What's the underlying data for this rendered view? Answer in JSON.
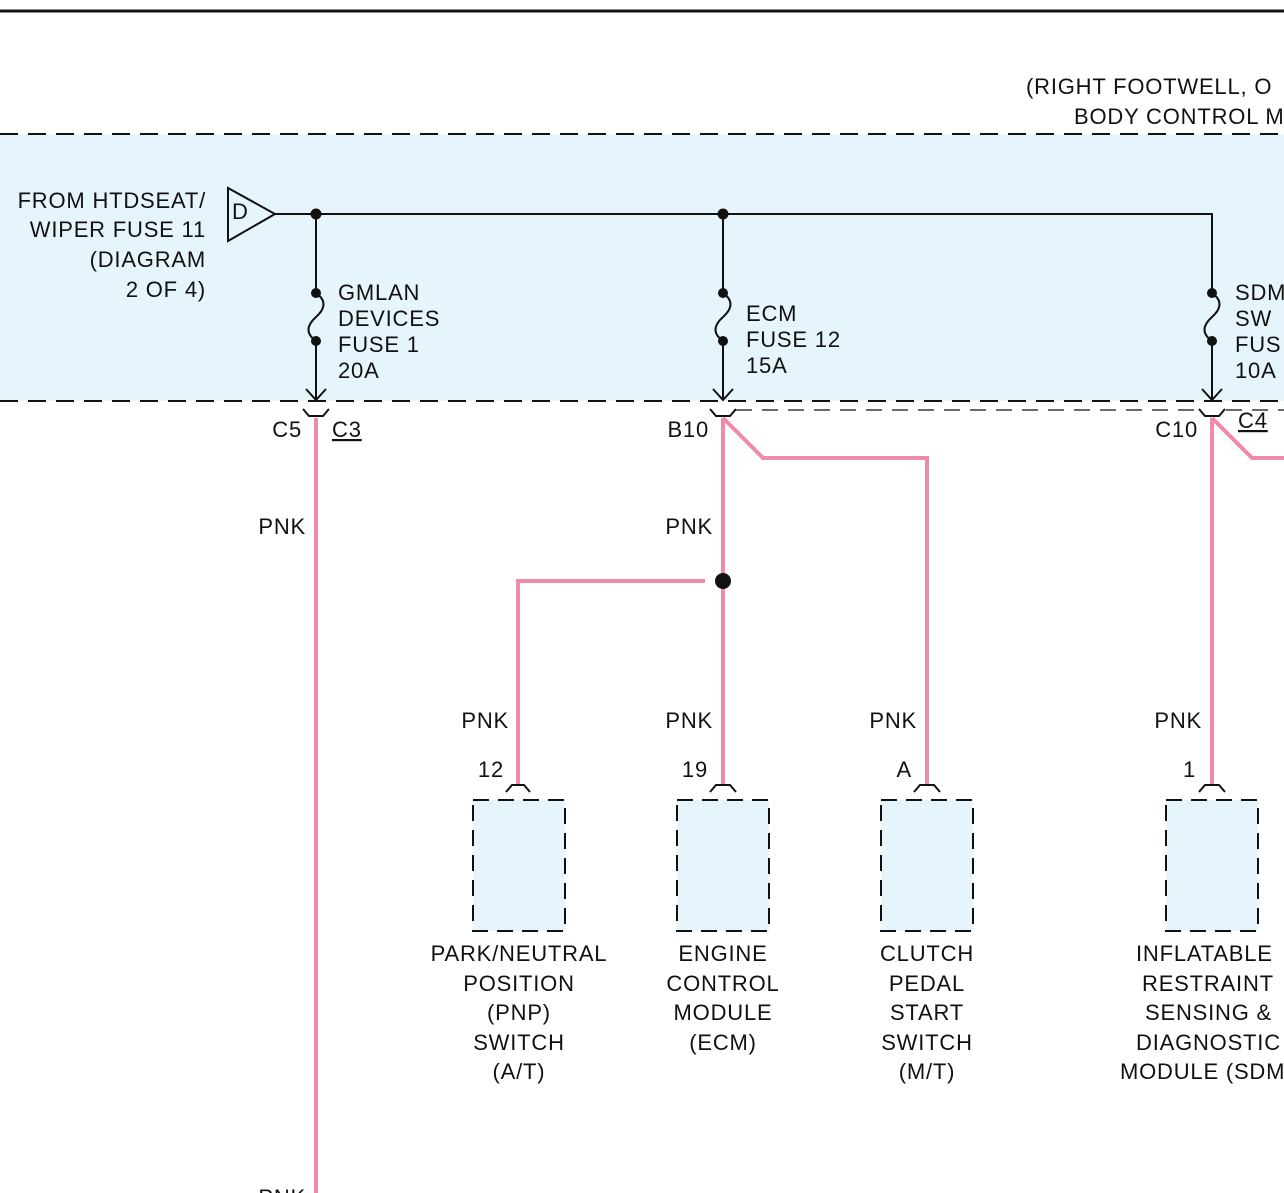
{
  "colors": {
    "wire_pink": "#ef8aa8",
    "module_fill": "#e6f4fb",
    "line": "#111111"
  },
  "module": {
    "location_line1": "(RIGHT FOOTWELL, O",
    "location_line2": "BODY CONTROL M"
  },
  "source": {
    "lines": [
      "FROM HTDSEAT/",
      "WIPER FUSE 11",
      "(DIAGRAM",
      "2 OF 4)"
    ],
    "symbol": "D"
  },
  "fuses": [
    {
      "lines": [
        "GMLAN",
        "DEVICES",
        "FUSE 1"
      ],
      "rating": "20A"
    },
    {
      "lines": [
        "ECM",
        "FUSE 12"
      ],
      "rating": "15A"
    },
    {
      "lines": [
        "SDM",
        "SW",
        "FUS"
      ],
      "rating": "10A"
    }
  ],
  "connectors": {
    "c5": "C5",
    "c3": "C3",
    "b10": "B10",
    "c10": "C10",
    "c4": "C4"
  },
  "wire_color_label": "PNK",
  "pins": [
    "12",
    "19",
    "A",
    "1"
  ],
  "components": [
    {
      "lines": [
        "PARK/NEUTRAL",
        "POSITION",
        "(PNP)",
        "SWITCH",
        "(A/T)"
      ]
    },
    {
      "lines": [
        "ENGINE",
        "CONTROL",
        "MODULE",
        "(ECM)"
      ]
    },
    {
      "lines": [
        "CLUTCH",
        "PEDAL",
        "START",
        "SWITCH",
        "(M/T)"
      ]
    },
    {
      "lines": [
        "INFLATABLE",
        "RESTRAINT",
        "SENSING &",
        "DIAGNOSTIC",
        "MODULE (SDM"
      ]
    }
  ]
}
